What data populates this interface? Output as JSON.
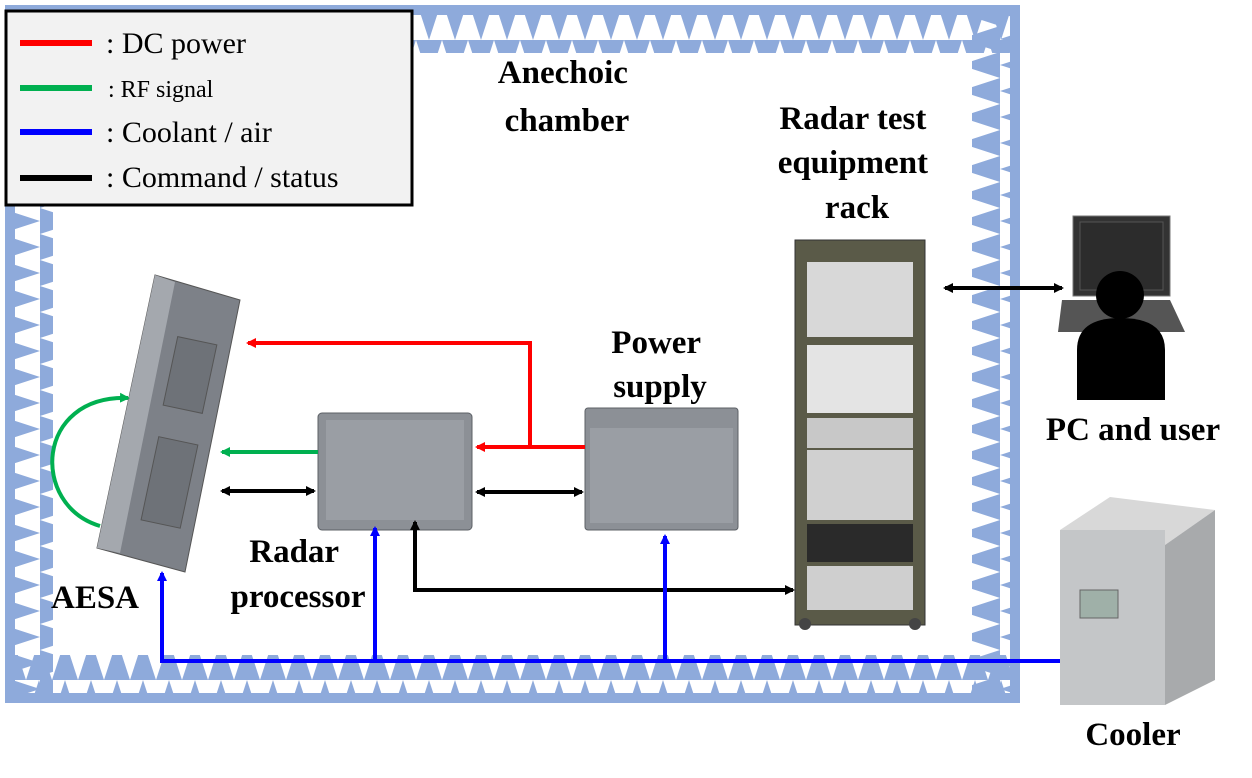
{
  "legend": {
    "items": [
      {
        "label": ": DC power",
        "color": "#ff0000"
      },
      {
        "label": ": RF signal",
        "color": "#00b050"
      },
      {
        "label": ": Coolant / air",
        "color": "#0000ff"
      },
      {
        "label": ": Command / status",
        "color": "#000000"
      }
    ]
  },
  "labels": {
    "chamber": [
      "Anechoic",
      "chamber"
    ],
    "rack": [
      "Radar test",
      "equipment",
      "rack"
    ],
    "power_supply": [
      "Power",
      "supply"
    ],
    "radar_processor": [
      "Radar",
      "processor"
    ],
    "aesa": "AESA",
    "pc_user": "PC and user",
    "cooler": "Cooler"
  },
  "colors": {
    "absorber": "#8eaadb",
    "device_gray": "#8c9096",
    "rack_frame": "#5a5a48"
  }
}
